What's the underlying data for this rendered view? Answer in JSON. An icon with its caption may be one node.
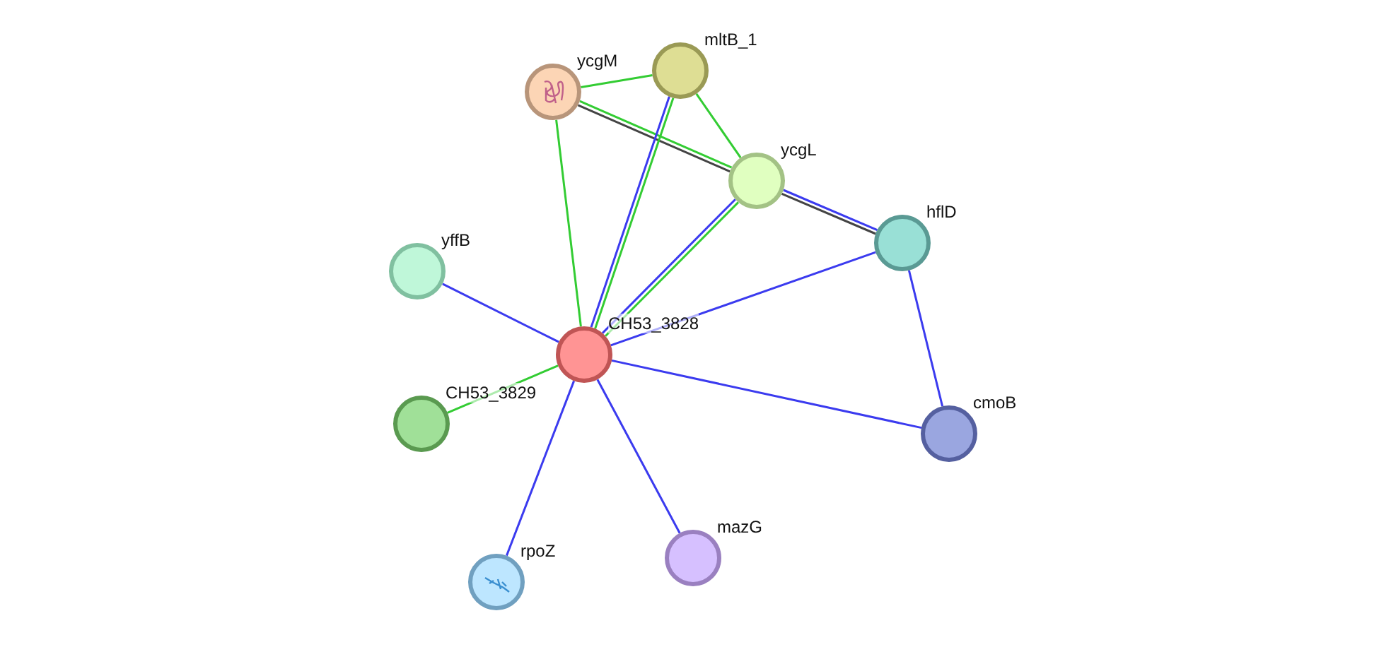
{
  "diagram": {
    "nodes": [
      {
        "text": [
          "CH53_3828"
        ]
      },
      {
        "text": [
          "ycgM"
        ]
      },
      {
        "text": [
          "mltB_1"
        ]
      },
      {
        "text": [
          "ycgL"
        ]
      },
      {
        "text": [
          "hflD"
        ]
      },
      {
        "text": [
          "yffB"
        ]
      },
      {
        "text": [
          "CH53_3829"
        ]
      },
      {
        "text": [
          "cmoB"
        ]
      },
      {
        "text": [
          "mazG"
        ]
      },
      {
        "text": [
          "rpoZ"
        ]
      }
    ],
    "edges": [
      {
        "from": 1,
        "to": 2,
        "arrow": "none",
        "color": "#33cc33"
      },
      {
        "from": 1,
        "to": 3,
        "arrow": "none",
        "color": "#33cc33"
      },
      {
        "from": 1,
        "to": 3,
        "arrow": "none",
        "color": "#444444"
      },
      {
        "from": 1,
        "to": 0,
        "arrow": "none",
        "color": "#33cc33"
      },
      {
        "from": 2,
        "to": 3,
        "arrow": "none",
        "color": "#33cc33"
      },
      {
        "from": 2,
        "to": 0,
        "arrow": "none"
      },
      {
        "from": 2,
        "to": 0,
        "arrow": "none",
        "color": "#33cc33"
      },
      {
        "from": 3,
        "to": 0,
        "arrow": "none"
      },
      {
        "from": 3,
        "to": 0,
        "arrow": "none",
        "color": "#33cc33"
      },
      {
        "from": 3,
        "to": 4,
        "arrow": "none"
      },
      {
        "from": 3,
        "to": 4,
        "arrow": "none",
        "color": "#444444"
      },
      {
        "from": 4,
        "to": 0,
        "arrow": "none"
      },
      {
        "from": 4,
        "to": 7,
        "arrow": "none"
      },
      {
        "from": 5,
        "to": 0,
        "arrow": "none"
      },
      {
        "from": 6,
        "to": 0,
        "arrow": "none",
        "color": "#33cc33"
      },
      {
        "from": 0,
        "to": 7,
        "arrow": "none"
      },
      {
        "from": 0,
        "to": 8,
        "arrow": "none"
      },
      {
        "from": 0,
        "to": 9,
        "arrow": "none"
      }
    ]
  }
}
